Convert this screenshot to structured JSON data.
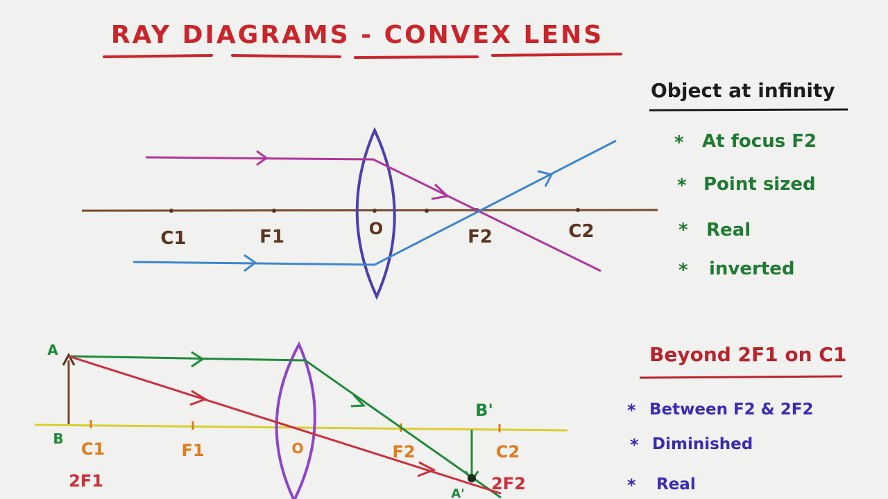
{
  "title": "RAY DIAGRAMS - CONVEX LENS",
  "colors": {
    "paper": "#f1f1ef",
    "title": "#c9252b",
    "axis1": "#7a4a2c",
    "lens1": "#4c3fae",
    "ray_magenta": "#b1359b",
    "ray_blue": "#3c86cf",
    "axis2": "#d9cf2e",
    "lens2": "#8d45c9",
    "ray_green": "#1f8a3c",
    "ray_red": "#cc2f3c",
    "label_orange": "#de7c1e",
    "notes1": "#1f7a33",
    "notes2_head": "#b7242b",
    "notes2": "#3a2bb5"
  },
  "diagram1": {
    "labels": {
      "c1": "C1",
      "f1": "F1",
      "o": "O",
      "f2": "F2",
      "c2": "C2"
    }
  },
  "diagram2": {
    "labels": {
      "a": "A",
      "b": "B",
      "c1": "C1",
      "twof1": "2F1",
      "f1": "F1",
      "o": "O",
      "f2": "F2",
      "bprime": "B'",
      "c2": "C2",
      "twof2": "2F2",
      "aprime": "A'"
    }
  },
  "notes1": {
    "heading": "Object at infinity",
    "items": [
      "At focus F2",
      "Point sized",
      "Real",
      "inverted"
    ]
  },
  "notes2": {
    "heading": "Beyond 2F1 on C1",
    "items": [
      "Between F2 & 2F2",
      "Diminished",
      "Real"
    ]
  }
}
